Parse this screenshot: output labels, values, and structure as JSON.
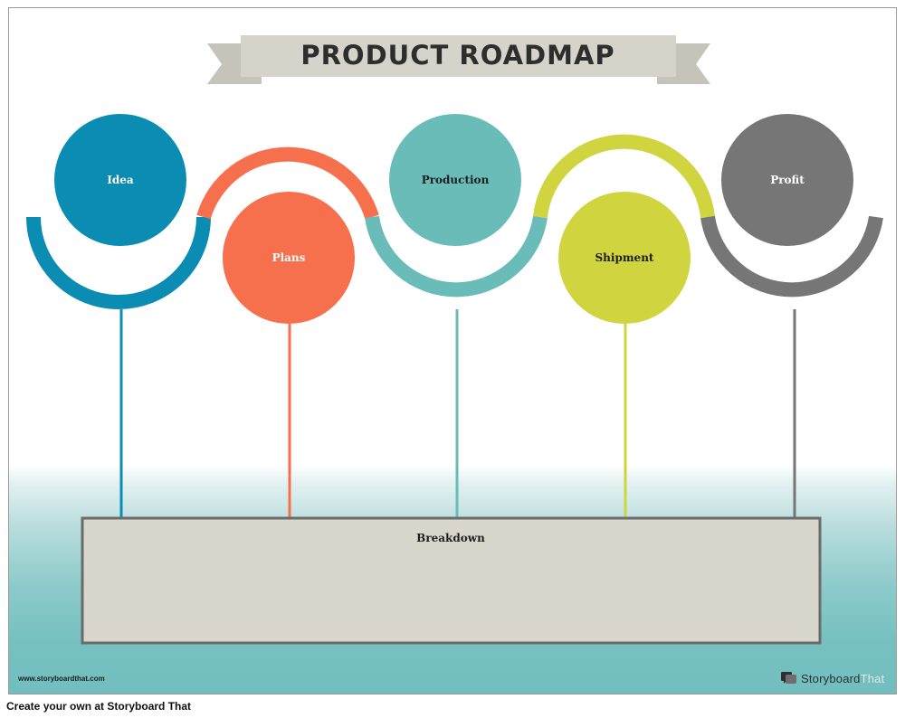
{
  "title": "PRODUCT ROADMAP",
  "stages": [
    {
      "label": "Idea",
      "color": "#0b8cb2"
    },
    {
      "label": "Plans",
      "color": "#f7704d"
    },
    {
      "label": "Production",
      "color": "#69bcb8"
    },
    {
      "label": "Shipment",
      "color": "#d0d43e"
    },
    {
      "label": "Profit",
      "color": "#767676"
    }
  ],
  "breakdown": {
    "label": "Breakdown",
    "fill": "#d9d6cc",
    "border": "#6b6b6b"
  },
  "banner_color": "#d6d4ca",
  "banner_tail_color": "#c5c3ba",
  "background_accent": "#72bebe",
  "watermark_url": "www.storyboardthat.com",
  "logo": {
    "word": "Storyboard",
    "faded": "That"
  },
  "footer": "Create your own at Storyboard That"
}
